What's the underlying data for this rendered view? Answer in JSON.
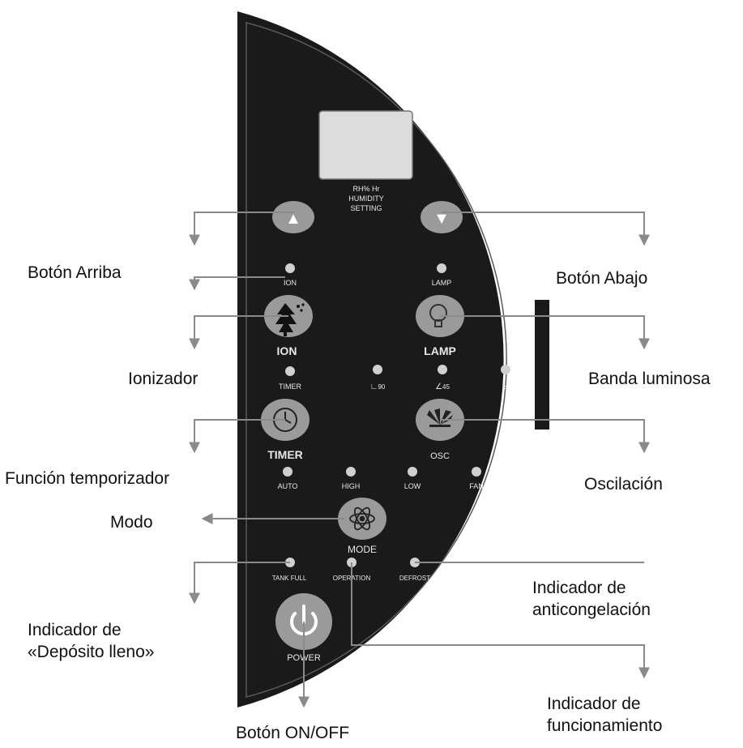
{
  "panel": {
    "display_labels": {
      "line1": "RH%",
      "line1_unit": "Hr",
      "line2": "HUMIDITY",
      "line3": "SETTING"
    },
    "indicators": {
      "ion": "ION",
      "lamp": "LAMP",
      "timer": "TIMER",
      "angle_90": "90",
      "angle_45": "45",
      "auto": "AUTO",
      "high": "HIGH",
      "low": "LOW",
      "fan": "FAN",
      "tank_full": "TANK FULL",
      "operation": "OPERATION",
      "defrost": "DEFROST"
    },
    "buttons": {
      "up_symbol": "▲",
      "down_symbol": "▼",
      "ion": "ION",
      "lamp": "LAMP",
      "timer": "TIMER",
      "osc": "OSC",
      "mode": "MODE",
      "power": "POWER"
    }
  },
  "callouts": {
    "up": "Botón Arriba",
    "down": "Botón Abajo",
    "ionizer": "Ionizador",
    "light_band": "Banda luminosa",
    "timer_function": "Función temporizador",
    "oscillation": "Oscilación",
    "mode": "Modo",
    "antifreeze": [
      "Indicador de",
      "anticongelación"
    ],
    "tank_full": [
      "Indicador de",
      "«Depósito lleno»"
    ],
    "operation": [
      "Indicador de",
      "funcionamiento"
    ],
    "on_off": "Botón ON/OFF"
  },
  "icons": [
    "arrow-up-icon",
    "arrow-down-icon",
    "tree-icon",
    "bulb-icon",
    "clock-icon",
    "fan-blades-icon",
    "atom-icon",
    "power-icon"
  ],
  "colors": {
    "panel": "#1a1a1a",
    "panel_border": "#5a5a5a",
    "button": "#9a9a9a",
    "lines": "#8a8a8a",
    "led": "#d0d0d0"
  }
}
